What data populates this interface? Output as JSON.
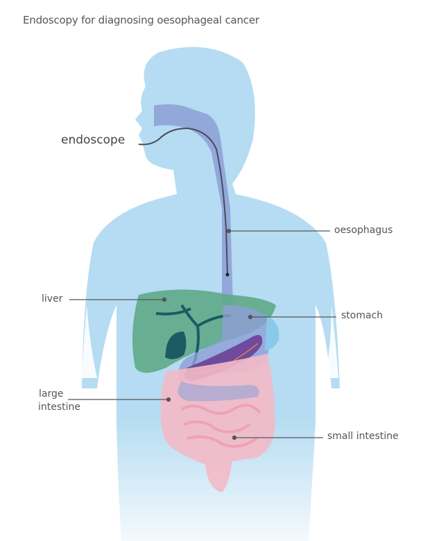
{
  "title": "Endoscopy for diagnosing oesophageal cancer",
  "labels": {
    "endoscope": "endoscope",
    "oesophagus": "oesophagus",
    "liver": "liver",
    "stomach": "stomach",
    "large_intestine_1": "large",
    "large_intestine_2": "intestine",
    "small_intestine": "small intestine"
  },
  "colors": {
    "body": "#b5dcf2",
    "oesophagus": "#8d9fd6",
    "liver": "#5fa888",
    "gallbladder": "#1e5a64",
    "pancreas": "#6a3f96",
    "intestine": "#f3b9c6",
    "leader": "#555555"
  }
}
